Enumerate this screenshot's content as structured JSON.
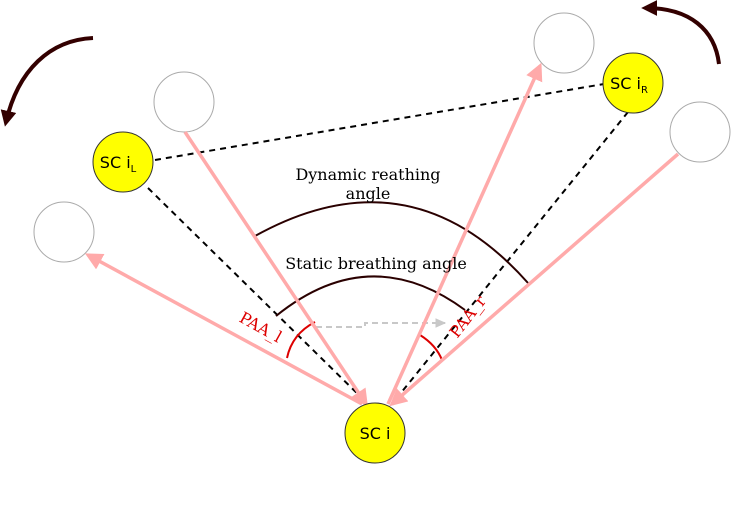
{
  "labels": {
    "center": "SC i",
    "left_main": "SC i",
    "left_sub": "L",
    "right_main": "SC i",
    "right_sub": "R",
    "dynamic_line1": "Dynamic reathing",
    "dynamic_line2": "angle",
    "static": "Static breathing angle",
    "paa_left": "PAA_l",
    "paa_right": "PAA_r"
  },
  "colors": {
    "spacecraft_fill": "#ffff00",
    "beam": "#ffaaaa",
    "paa": "#dd0000",
    "arc": "#2a0000",
    "rotation_arrow": "#330000",
    "ghost_circle": "#aaaaaa",
    "ghost_arrow": "#c8c8c8"
  },
  "icons": {
    "rotation_left": "rotate-counterclockwise-arrow-icon",
    "rotation_right": "rotate-clockwise-arrow-icon"
  }
}
